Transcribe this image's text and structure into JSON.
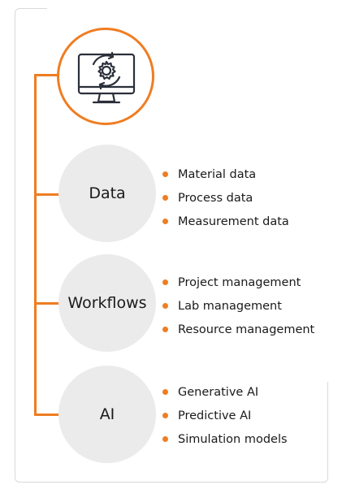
{
  "colors": {
    "accent": "#ef7d22",
    "node_fill": "#ebebeb",
    "frame": "#d9d9d9"
  },
  "hub": {
    "icon": "monitor-gear-cycle-icon"
  },
  "groups": [
    {
      "label": "Data",
      "items": [
        "Material data",
        "Process data",
        "Measurement data"
      ]
    },
    {
      "label": "Workflows",
      "items": [
        "Project management",
        "Lab management",
        "Resource management"
      ]
    },
    {
      "label": "AI",
      "items": [
        "Generative AI",
        "Predictive AI",
        "Simulation models"
      ]
    }
  ]
}
